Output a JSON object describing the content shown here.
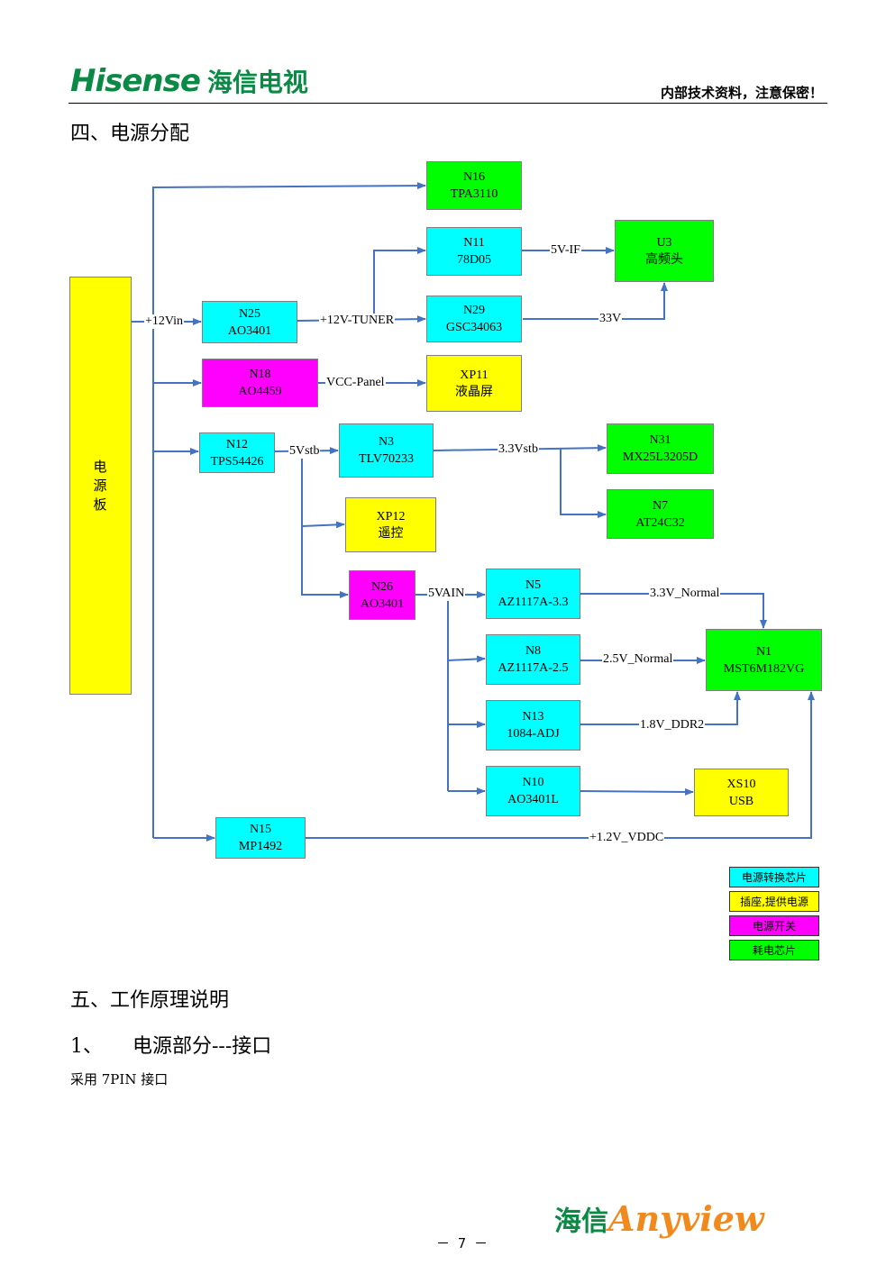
{
  "header": {
    "brand": "Hisense",
    "brand_cn": "海信电视",
    "note": "内部技术资料，注意保密！"
  },
  "section4_title": "四、电源分配",
  "diagram": {
    "power_board": "电源板",
    "nodes": {
      "n16": {
        "ref": "N16",
        "part": "TPA3110"
      },
      "n11": {
        "ref": "N11",
        "part": "78D05"
      },
      "u3": {
        "ref": "U3",
        "part": "高频头"
      },
      "n25": {
        "ref": "N25",
        "part": "AO3401"
      },
      "n29": {
        "ref": "N29",
        "part": "GSC34063"
      },
      "n18": {
        "ref": "N18",
        "part": "AO4459"
      },
      "xp11": {
        "ref": "XP11",
        "part": "液晶屏"
      },
      "n12": {
        "ref": "N12",
        "part": "TPS54426"
      },
      "n3": {
        "ref": "N3",
        "part": "TLV70233"
      },
      "n31": {
        "ref": "N31",
        "part": "MX25L3205D"
      },
      "n7": {
        "ref": "N7",
        "part": "AT24C32"
      },
      "xp12": {
        "ref": "XP12",
        "part": "遥控"
      },
      "n26": {
        "ref": "N26",
        "part": "AO3401"
      },
      "n5": {
        "ref": "N5",
        "part": "AZ1117A-3.3"
      },
      "n1": {
        "ref": "N1",
        "part": "MST6M182VG"
      },
      "n8": {
        "ref": "N8",
        "part": "AZ1117A-2.5"
      },
      "n13": {
        "ref": "N13",
        "part": "1084-ADJ"
      },
      "n10": {
        "ref": "N10",
        "part": "AO3401L"
      },
      "xs10": {
        "ref": "XS10",
        "part": "USB"
      },
      "n15": {
        "ref": "N15",
        "part": "MP1492"
      }
    },
    "labels": {
      "v12in": "+12Vin",
      "v12tuner": "+12V-TUNER",
      "v5if": "5V-IF",
      "v33": "33V",
      "vccpanel": "VCC-Panel",
      "v5stb": "5Vstb",
      "v33stb": "3.3Vstb",
      "v5vain": "5VAIN",
      "v33normal": "3.3V_Normal",
      "v25normal": "2.5V_Normal",
      "v18ddr2": "1.8V_DDR2",
      "v12vddc": "+1.2V_VDDC"
    },
    "legend": [
      {
        "label": "电源转换芯片",
        "color": "#00ffff"
      },
      {
        "label": "插座,提供电源",
        "color": "#ffff00"
      },
      {
        "label": "电源开关",
        "color": "#ff00ff"
      },
      {
        "label": "耗电芯片",
        "color": "#00ff00"
      }
    ]
  },
  "section5_title": "五、工作原理说明",
  "subsection_num": "1、",
  "subsection_title": "电源部分---接口",
  "body_text": "采用 7PIN 接口",
  "page_number": "－ 7 －",
  "footer": {
    "brand_cn": "海信",
    "brand_en": "Anyview"
  },
  "colors": {
    "brand_green": "#0a8a45",
    "line_blue": "#4472c4",
    "footer_orange": "#f08a1c"
  }
}
